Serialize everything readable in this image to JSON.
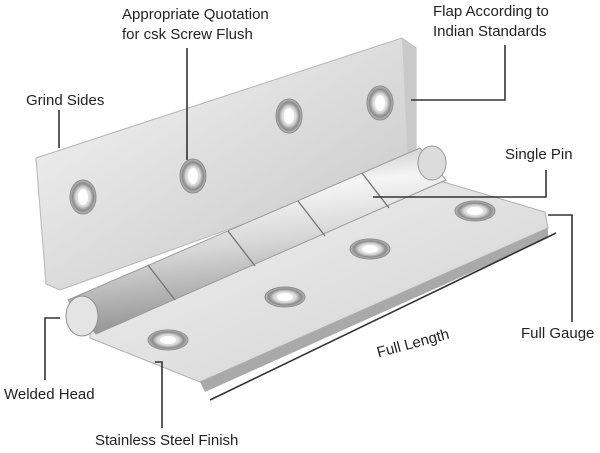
{
  "labels": {
    "quotation_line1": "Appropriate Quotation",
    "quotation_line2": "for csk Screw Flush",
    "flap_line1": "Flap According to",
    "flap_line2": "Indian Standards",
    "grind_sides": "Grind Sides",
    "single_pin": "Single Pin",
    "full_length": "Full Length",
    "full_gauge": "Full Gauge",
    "welded_head": "Welded Head",
    "stainless_finish": "Stainless Steel Finish"
  },
  "colors": {
    "leader": "#333333",
    "steel_light": "#eeeeee",
    "steel_mid": "#cfcfcf",
    "steel_dark": "#9a9a9a"
  }
}
